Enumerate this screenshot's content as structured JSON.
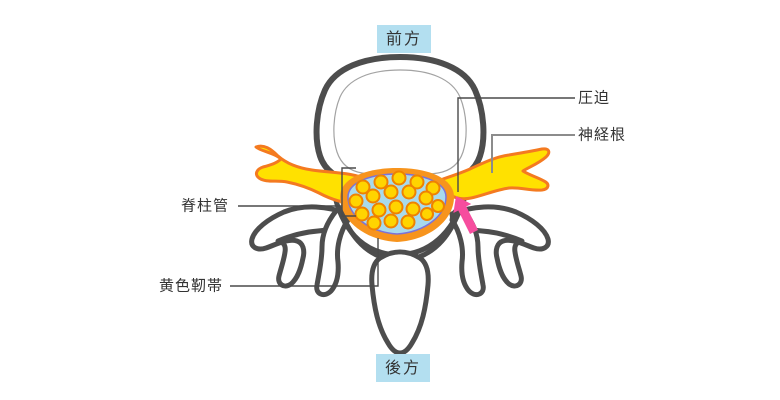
{
  "diagram": {
    "type": "vertebra-cross-section",
    "orientation": {
      "front": "前方",
      "back": "後方"
    },
    "callouts": {
      "compression": "圧迫",
      "nerve_root": "神経根",
      "spinal_canal": "脊柱管",
      "ligamentum_flavum": "黄色靭帯"
    }
  },
  "colors": {
    "label_box_bg": "#b3dff0",
    "text": "#333333",
    "bone_outline": "#4d4d4d",
    "nerve_yellow": "#ffe100",
    "nerve_orange": "#f47a20",
    "flavum_orange": "#f7941d",
    "canal_blue": "#a8daec",
    "canal_stroke": "#7b72d8",
    "dot_yellow": "#ffd400",
    "dot_orange": "#ef8200",
    "arrow_pink": "#f64d9e",
    "leader_line": "#4a4a4a",
    "leader_line_gray": "#8c8c8c"
  }
}
